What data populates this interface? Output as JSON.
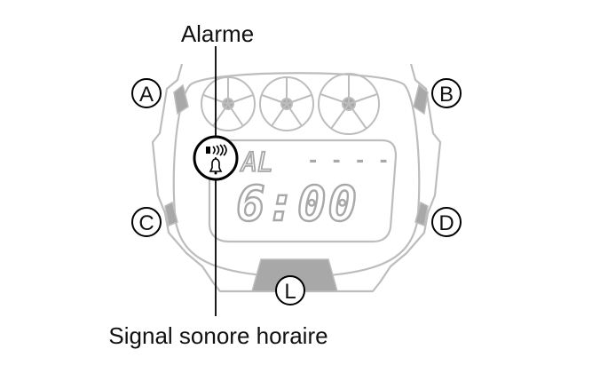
{
  "labels": {
    "top_callout": "Alarme",
    "bottom_callout": "Signal sonore horaire"
  },
  "buttons": {
    "a": "A",
    "b": "B",
    "c": "C",
    "d": "D",
    "l": "L"
  },
  "lcd": {
    "mode": "AL",
    "dashes": "- - - -",
    "time": "6:00"
  },
  "colors": {
    "outline": "#bdbdbd",
    "highlight": "#000000",
    "button_fill": "#a8a8a8"
  },
  "icons": [
    "alarm-signal-icon",
    "bell-icon"
  ]
}
